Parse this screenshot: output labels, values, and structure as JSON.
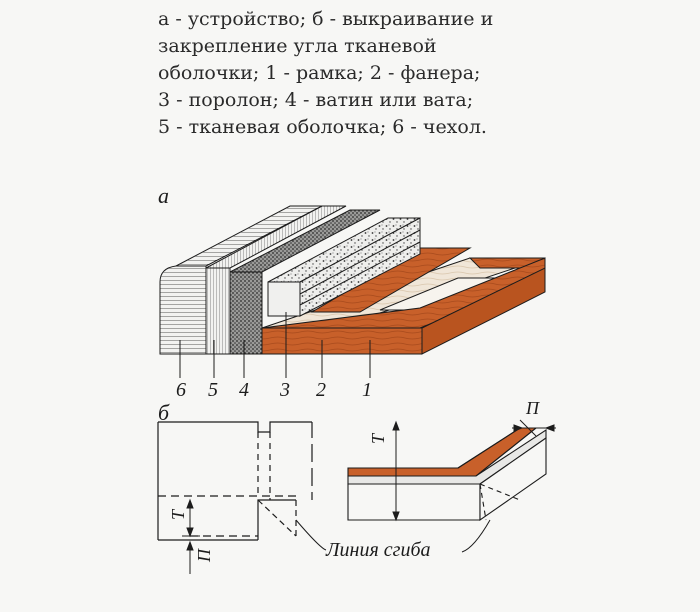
{
  "caption": {
    "lines": [
      "а - устройство; б - выкраивание и",
      "закрепление угла тканевой",
      "оболочки; 1 - рамка; 2 - фанера;",
      "3 - поролон; 4 - ватин или вата;",
      "5 - тканевая оболочка; 6 - чехол."
    ]
  },
  "figure_a": {
    "label": "а",
    "numbers": [
      "6",
      "5",
      "4",
      "3",
      "2",
      "1"
    ]
  },
  "figure_b": {
    "label": "б",
    "dim_t": "Т",
    "dim_p": "П",
    "fold_line": "Линия сгиба"
  },
  "colors": {
    "wood": "#c8602a",
    "wood_dark": "#9a4418",
    "ink": "#1c1c1c",
    "background": "#f7f7f5"
  }
}
